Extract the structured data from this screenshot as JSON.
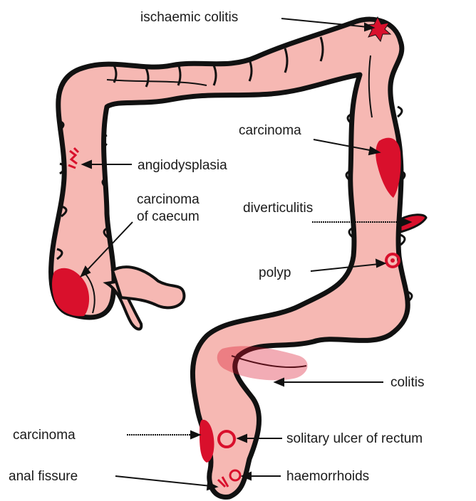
{
  "labels": {
    "ischaemic_colitis": "ischaemic colitis",
    "carcinoma_upper": "carcinoma",
    "angiodysplasia": "angiodysplasia",
    "carcinoma_of_caecum_line1": "carcinoma",
    "carcinoma_of_caecum_line2": "of caecum",
    "diverticulitis": "diverticulitis",
    "polyp": "polyp",
    "colitis": "colitis",
    "carcinoma_lower": "carcinoma",
    "solitary_ulcer": "solitary ulcer of rectum",
    "anal_fissure": "anal fissure",
    "haemorrhoids": "haemorrhoids"
  },
  "colors": {
    "bowel_fill": "#f6b8b3",
    "outline": "#111111",
    "lesion": "#d9102c"
  }
}
